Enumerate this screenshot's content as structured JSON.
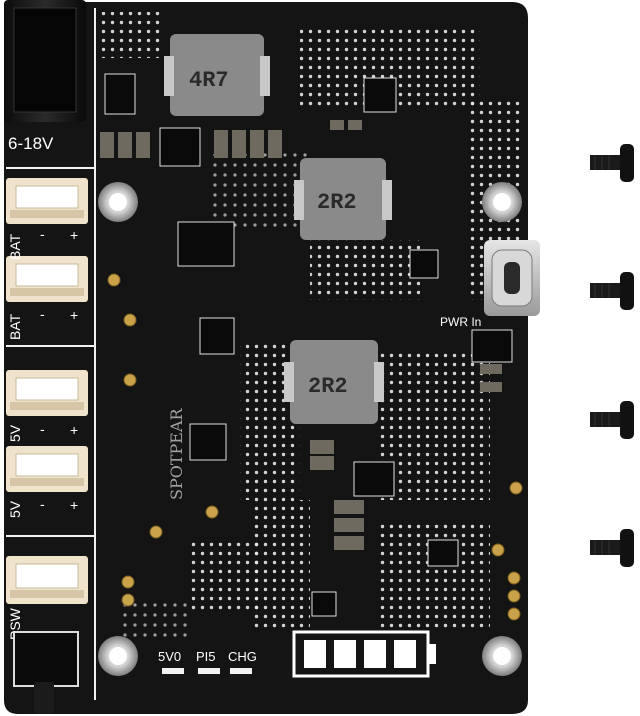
{
  "board": {
    "input_label": "6-18V",
    "inductors": {
      "top": "4R7",
      "middle": "2R2",
      "bottom": "2R2"
    },
    "connectors": {
      "bat_1": "BAT",
      "bat_2": "BAT",
      "fivev_1": "5V",
      "fivev_2": "5V",
      "psw": "PSW",
      "minus": "-",
      "plus": "+"
    },
    "usb_label": "PWR In",
    "brand_text": "SPOTPEAR",
    "leds": {
      "five_v0": "5V0",
      "pi5": "PI5",
      "chg": "CHG"
    }
  },
  "colors": {
    "pcb": "#141414",
    "silkscreen": "#ffffff",
    "connector": "#efe3cc",
    "gold": "#c9a24a",
    "inductor": "#8a8a8a",
    "screw": "#1a1a1a"
  },
  "accessories": {
    "screws": 4
  }
}
